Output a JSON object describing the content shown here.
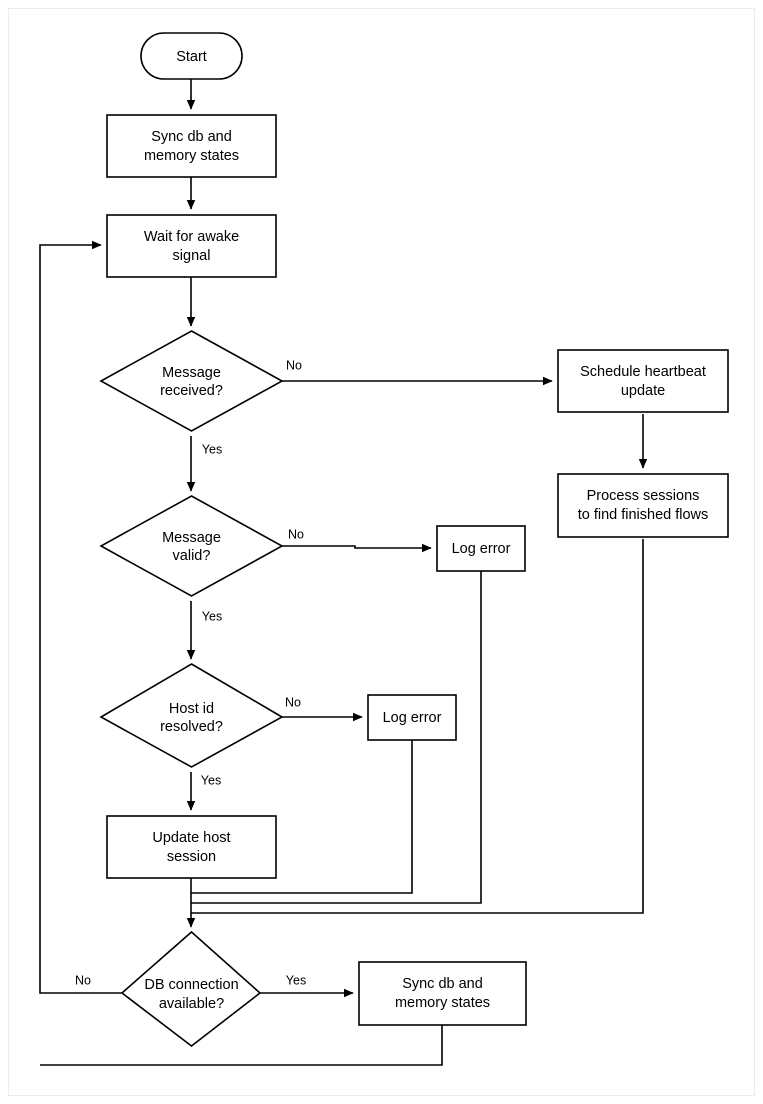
{
  "diagram": {
    "title": "Message processing loop flowchart",
    "background_color": "#ffffff",
    "stroke_color": "#000000",
    "canvas_border_color": "#ececec",
    "nodes": [
      {
        "id": "start",
        "type": "terminator",
        "label": "Start"
      },
      {
        "id": "sync_top_l1",
        "type": "process",
        "label": "Sync db and"
      },
      {
        "id": "sync_top_l2",
        "type": "process",
        "label": "memory states"
      },
      {
        "id": "wait_l1",
        "type": "process",
        "label": "Wait for awake"
      },
      {
        "id": "wait_l2",
        "type": "process",
        "label": "signal"
      },
      {
        "id": "msg_recv_l1",
        "type": "decision",
        "label": "Message"
      },
      {
        "id": "msg_recv_l2",
        "type": "decision",
        "label": "received?"
      },
      {
        "id": "heartbeat_l1",
        "type": "process",
        "label": "Schedule heartbeat"
      },
      {
        "id": "heartbeat_l2",
        "type": "process",
        "label": "update"
      },
      {
        "id": "process_sess_l1",
        "type": "process",
        "label": "Process sessions"
      },
      {
        "id": "process_sess_l2",
        "type": "process",
        "label": "to find finished flows"
      },
      {
        "id": "msg_valid_l1",
        "type": "decision",
        "label": "Message"
      },
      {
        "id": "msg_valid_l2",
        "type": "decision",
        "label": "valid?"
      },
      {
        "id": "log_error_1",
        "type": "process",
        "label": "Log error"
      },
      {
        "id": "host_id_l1",
        "type": "decision",
        "label": "Host id"
      },
      {
        "id": "host_id_l2",
        "type": "decision",
        "label": "resolved?"
      },
      {
        "id": "log_error_2",
        "type": "process",
        "label": "Log error"
      },
      {
        "id": "update_host_l1",
        "type": "process",
        "label": "Update host"
      },
      {
        "id": "update_host_l2",
        "type": "process",
        "label": "session"
      },
      {
        "id": "db_conn_l1",
        "type": "decision",
        "label": "DB connection"
      },
      {
        "id": "db_conn_l2",
        "type": "decision",
        "label": "available?"
      },
      {
        "id": "sync_bot_l1",
        "type": "process",
        "label": "Sync db and"
      },
      {
        "id": "sync_bot_l2",
        "type": "process",
        "label": "memory states"
      }
    ],
    "edge_labels": {
      "msg_received_no": "No",
      "msg_received_yes": "Yes",
      "msg_valid_no": "No",
      "msg_valid_yes": "Yes",
      "host_id_no": "No",
      "host_id_yes": "Yes",
      "db_conn_no": "No",
      "db_conn_yes": "Yes"
    }
  }
}
